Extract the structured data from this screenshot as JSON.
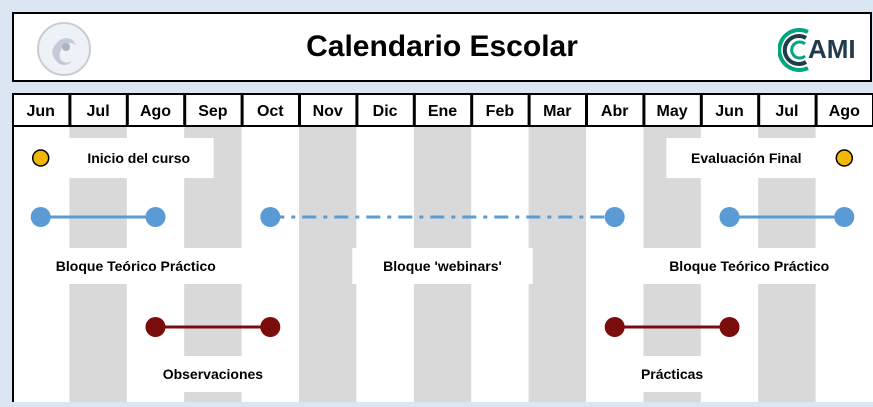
{
  "header": {
    "title": "Calendario Escolar",
    "logo_right_text": "AMI"
  },
  "chart_data": {
    "type": "timeline",
    "months": [
      "Jun",
      "Jul",
      "Ago",
      "Sep",
      "Oct",
      "Nov",
      "Dic",
      "Ene",
      "Feb",
      "Mar",
      "Abr",
      "May",
      "Jun",
      "Jul",
      "Ago"
    ],
    "milestones": [
      {
        "label": "Inicio del curso",
        "month": 0,
        "color": "#f2b705"
      },
      {
        "label": "Evaluación Final",
        "month": 14,
        "color": "#f2b705"
      }
    ],
    "bars": [
      {
        "label": "Bloque Teórico Práctico",
        "start": 0,
        "end": 2,
        "row": 2,
        "color": "#5b9bd5",
        "style": "solid"
      },
      {
        "label": "Bloque 'webinars'",
        "start": 4,
        "end": 10,
        "row": 2,
        "color": "#5b9bd5",
        "style": "dashdot"
      },
      {
        "label": "Bloque Teórico Práctico",
        "start": 12,
        "end": 14,
        "row": 2,
        "color": "#5b9bd5",
        "style": "solid"
      },
      {
        "label": "Observaciones",
        "start": 2,
        "end": 4,
        "row": 4,
        "color": "#7b0c0c",
        "style": "solid"
      },
      {
        "label": "Prácticas",
        "start": 10,
        "end": 12,
        "row": 4,
        "color": "#7b0c0c",
        "style": "solid"
      }
    ],
    "colors": {
      "stripe": "#d9d9d9",
      "blue": "#5b9bd5",
      "darkred": "#7b0c0c",
      "gold": "#f2b705"
    }
  }
}
